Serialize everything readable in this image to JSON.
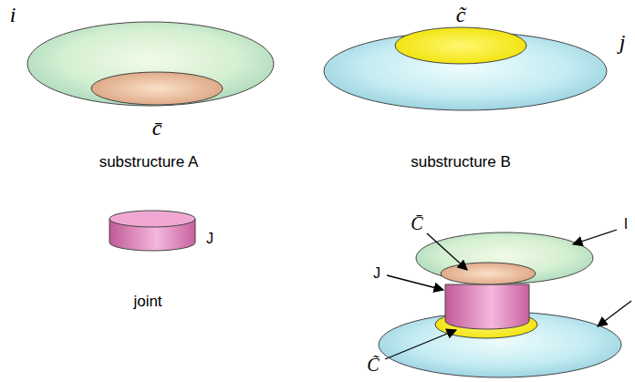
{
  "diagram": {
    "labels": [
      "i",
      "c̃",
      "j",
      "c̄",
      "substructure A",
      "substructure B",
      "J",
      "joint",
      "C̄",
      "I",
      "J",
      "C̃"
    ]
  }
}
